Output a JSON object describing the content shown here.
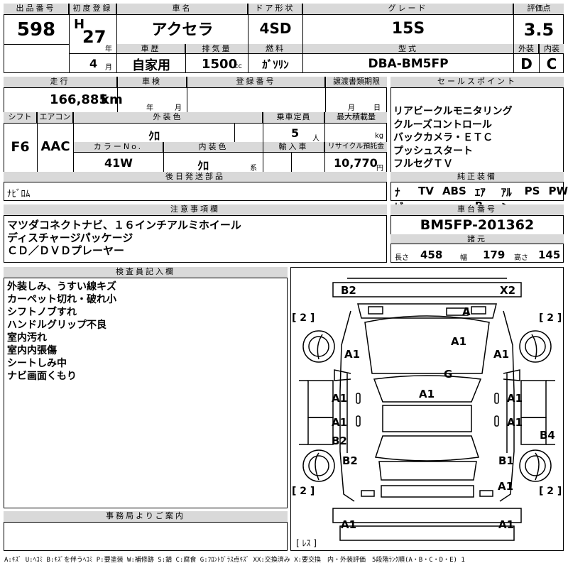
{
  "top": {
    "lot_no_label": "出品番号",
    "lot_no": "598",
    "first_reg_label": "初度登録",
    "era": "H",
    "year": "27",
    "year_unit": "年",
    "month": "4",
    "month_unit": "月",
    "car_name_label": "車名",
    "car_name": "アクセラ",
    "door_label": "ドア形状",
    "door": "4SD",
    "grade_label": "グレード",
    "grade": "15S",
    "score_label": "評価点",
    "score": "3.5",
    "history_label": "車歴",
    "history": "自家用",
    "displacement_label": "排気量",
    "displacement": "1500",
    "displacement_unit": "cc",
    "fuel_label": "燃料",
    "fuel": "ｶﾞｿﾘﾝ",
    "model_label": "型式",
    "model": "DBA-BM5FP",
    "exterior_label": "外装",
    "exterior": "D",
    "interior_label": "内装",
    "interior": "C"
  },
  "row2": {
    "mileage_label": "走行",
    "mileage": "166,885",
    "mileage_unit": "km",
    "inspection_label": "車検",
    "insp_year_unit": "年",
    "insp_month_unit": "月",
    "reg_no_label": "登録番号",
    "transfer_label": "譲渡書類期限",
    "transfer_month_unit": "月",
    "transfer_day_unit": "日",
    "shift_label": "シフト",
    "shift": "F6",
    "ac_label": "エアコン",
    "ac": "AAC",
    "color_label": "外装色",
    "color": "ｸﾛ",
    "capacity_label": "乗車定員",
    "capacity": "5",
    "capacity_unit": "人",
    "load_label": "最大積載量",
    "load_unit": "kg",
    "color_no_label": "カラーNo.",
    "color_no": "41W",
    "int_color_label": "内装色",
    "int_color": "ｸﾛ",
    "int_color_unit": "系",
    "import_label": "輸入車",
    "recycle_label": "リサイクル預託金",
    "recycle": "10,770",
    "recycle_unit": "円",
    "later_parts_label": "後日発送部品",
    "later_parts": "ﾅﾋﾞﾛﾑ"
  },
  "sales": {
    "label": "セールスポイント",
    "items": [
      "リアビークルモニタリング",
      "クルーズコントロール",
      "バックカメラ・ＥＴＣ",
      "プッシュスタート",
      "フルセグＴＶ"
    ]
  },
  "equipment": {
    "label": "純正装備",
    "items": [
      "ﾅﾋﾞ",
      "TV",
      "ABS",
      "ｴｱB",
      "ｱﾙﾐ",
      "PS",
      "PW"
    ]
  },
  "notes": {
    "label": "注意事項欄",
    "lines": [
      "マツダコネクトナビ、１６インチアルミホイール",
      "ディスチャージパッケージ",
      "ＣＤ／ＤＶＤプレーヤー"
    ]
  },
  "chassis": {
    "label": "車台番号",
    "value": "BM5FP-201362"
  },
  "spec": {
    "label": "諸元",
    "length_label": "長さ",
    "length": "458",
    "width_label": "幅",
    "width": "179",
    "height_label": "高さ",
    "height": "145"
  },
  "inspector": {
    "label": "検査員記入欄",
    "lines": [
      "外装しみ、うすい線キズ",
      "カーペット切れ・破れ小",
      "シフトノブすれ",
      "ハンドルグリップ不良",
      "室内汚れ",
      "室内内張傷",
      "シートしみ中",
      "ナビ画面くもり"
    ]
  },
  "office": {
    "label": "事務局よりご案内"
  },
  "diagram": {
    "marks": {
      "b2_front": "B2",
      "x2": "X2",
      "a_front": "A",
      "tire_fl": "[ 2 ]",
      "tire_fr": "[ 2 ]",
      "tire_rl": "[ 2 ]",
      "tire_rr": "[ 2 ]",
      "a1_hood": "A1",
      "a1_lfender": "A1",
      "a1_rfender": "A1",
      "g": "G",
      "a1_roof": "A1",
      "a1_ldoor_f": "A1",
      "a1_rdoor_f": "A1",
      "a1_ldoor_r": "A1",
      "a1_rdoor_r": "A1",
      "b2_lrear": "B2",
      "b4": "B4",
      "b2_lquarter": "B2",
      "b1_rquarter": "B1",
      "a1_rrear": "A1",
      "a1_bumper_l": "A1",
      "a1_bumper_r": "A1",
      "spare": "[ ﾚｽ ]"
    }
  },
  "legend": "A:ｷｽﾞ U:ﾍｺﾐ B:ｷｽﾞを伴うﾍｺﾐ P:要塗装 W:補修跡 S:錆 C:腐食 G:ﾌﾛﾝﾄｶﾞﾗｽ点ｷｽﾞ XX:交換済み X:要交換　内・外装評価　5段階ﾗﾝｸ順(A・B・C・D・E) 1"
}
